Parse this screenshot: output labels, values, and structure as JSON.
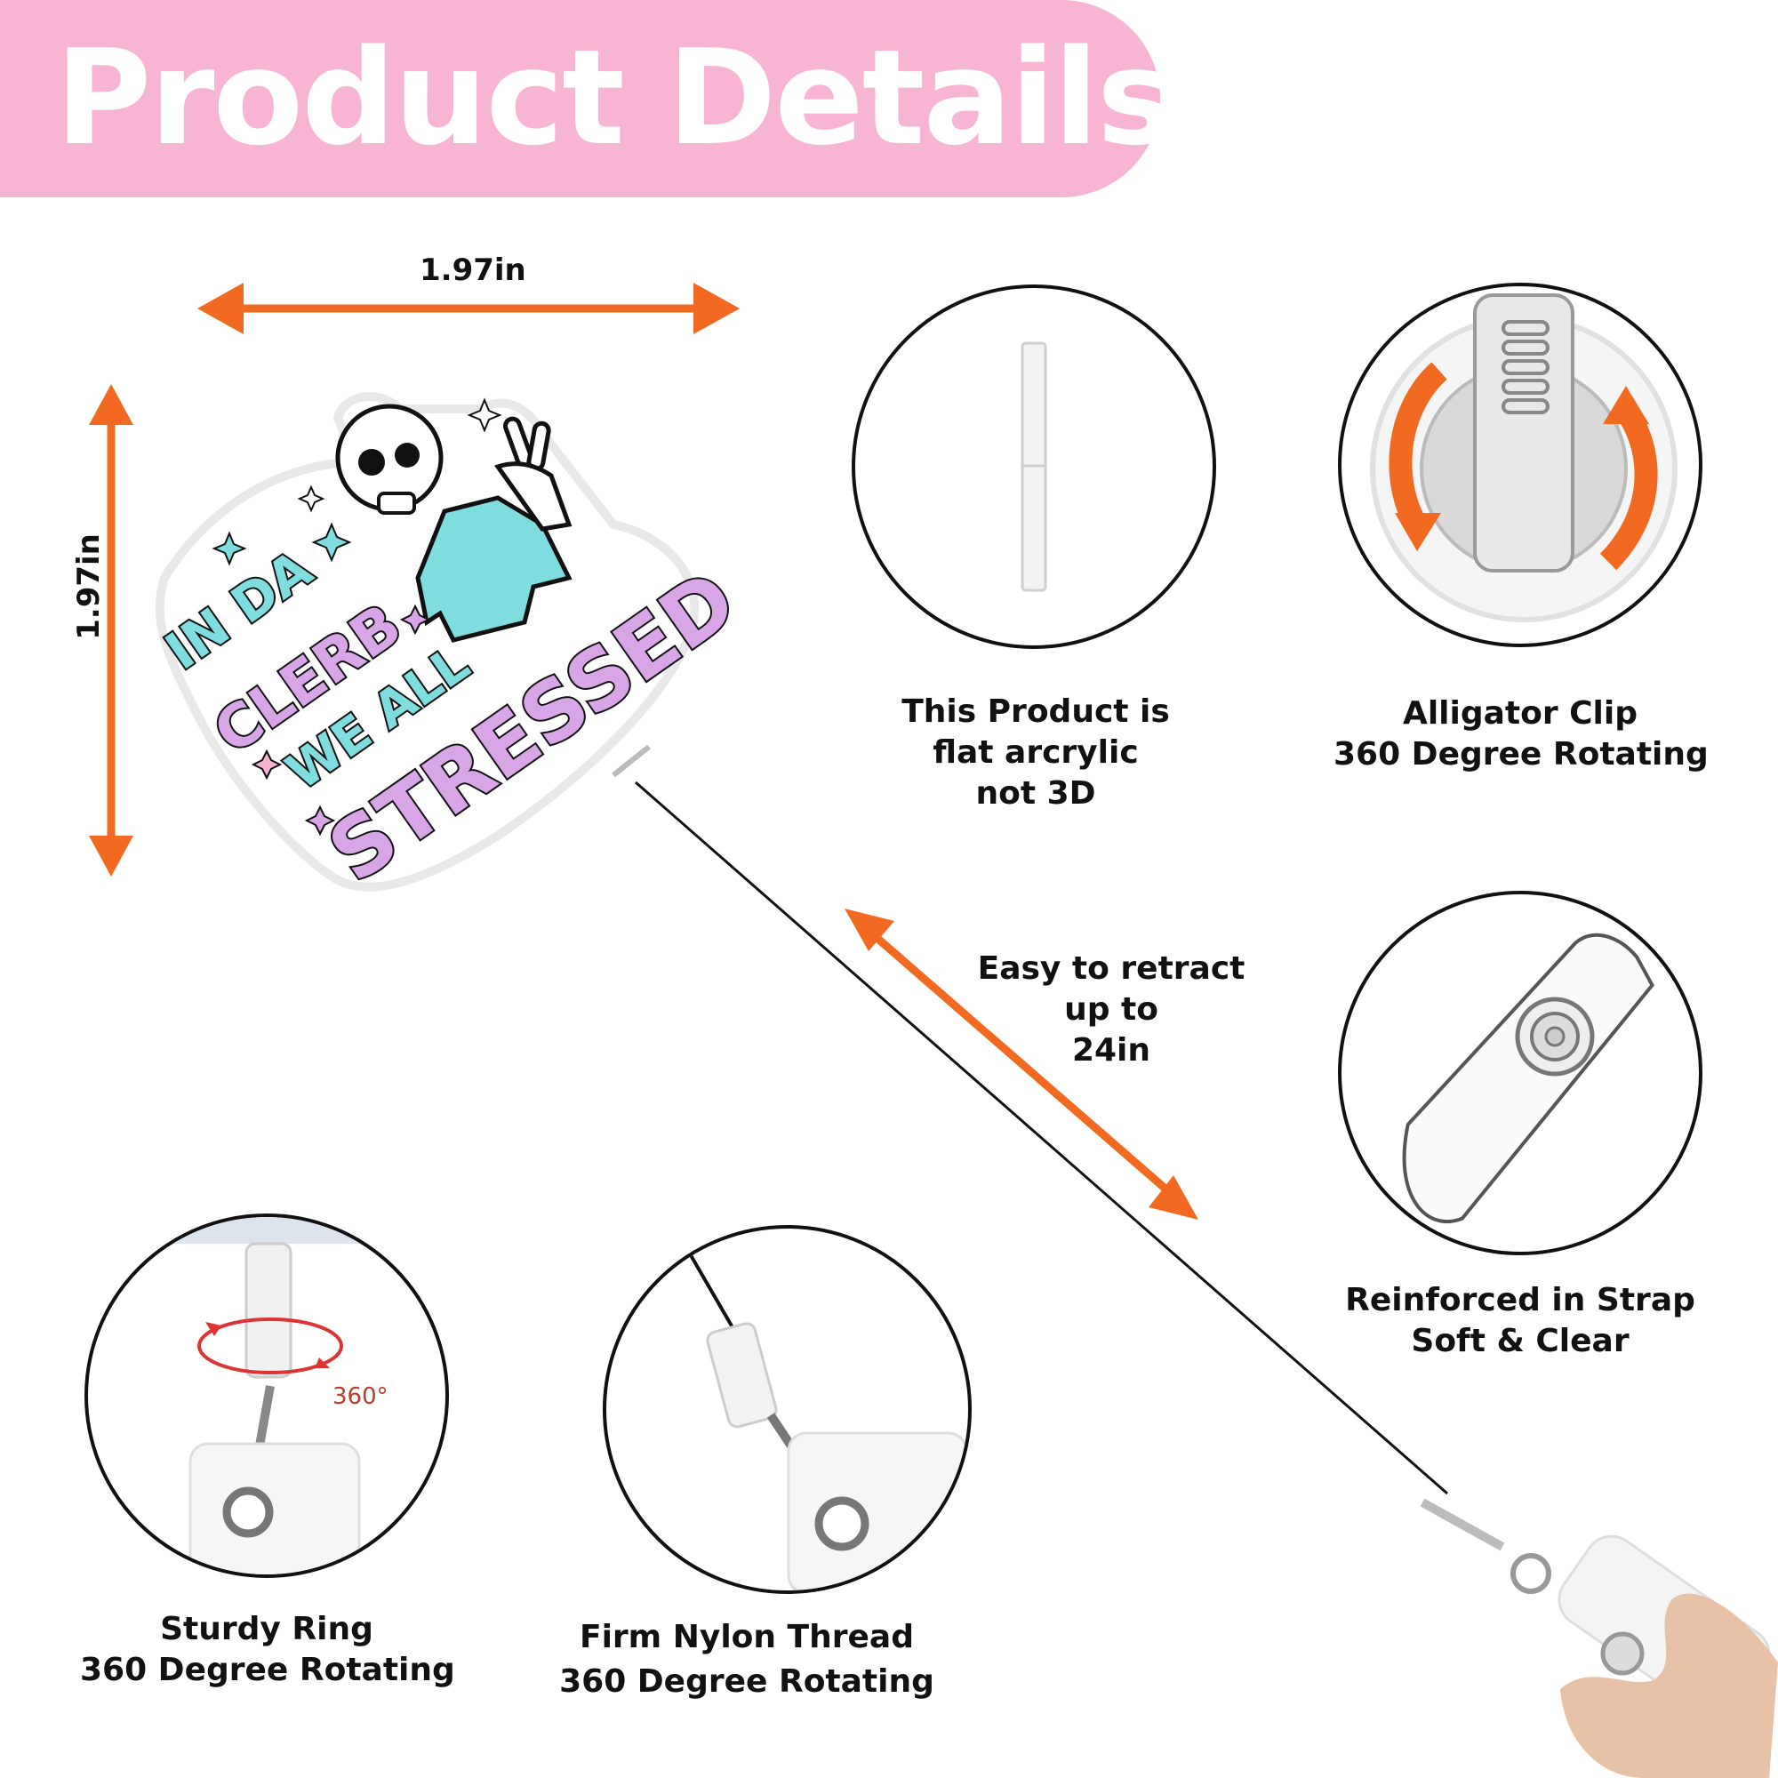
{
  "banner": {
    "title": "Product Details"
  },
  "dimensions": {
    "width_label": "1.97in",
    "height_label": "1.97in"
  },
  "badge_art": {
    "lines": [
      "IN DA",
      "CLERB",
      "WE ALL",
      "STRESSED"
    ]
  },
  "features": {
    "flat": {
      "line1": "This Product is",
      "line2": "flat arcrylic",
      "line3": "not 3D"
    },
    "clip": {
      "line1": "Alligator Clip",
      "line2": "360 Degree Rotating"
    },
    "retract": {
      "line1": "Easy to retract",
      "line2": "up to",
      "line3": "24in"
    },
    "strap": {
      "line1": "Reinforced in Strap",
      "line2": "Soft & Clear"
    },
    "ring": {
      "line1": "Sturdy Ring",
      "line2": "360 Degree Rotating",
      "degree_label": "360°"
    },
    "thread": {
      "line1": "Firm Nylon Thread",
      "line2": "360 Degree Rotating"
    }
  },
  "colors": {
    "banner": "#f7b5d3",
    "arrow": "#f26a21",
    "mint": "#7fdde0",
    "lavender": "#d8a6e6",
    "pink": "#f4b3cf"
  }
}
